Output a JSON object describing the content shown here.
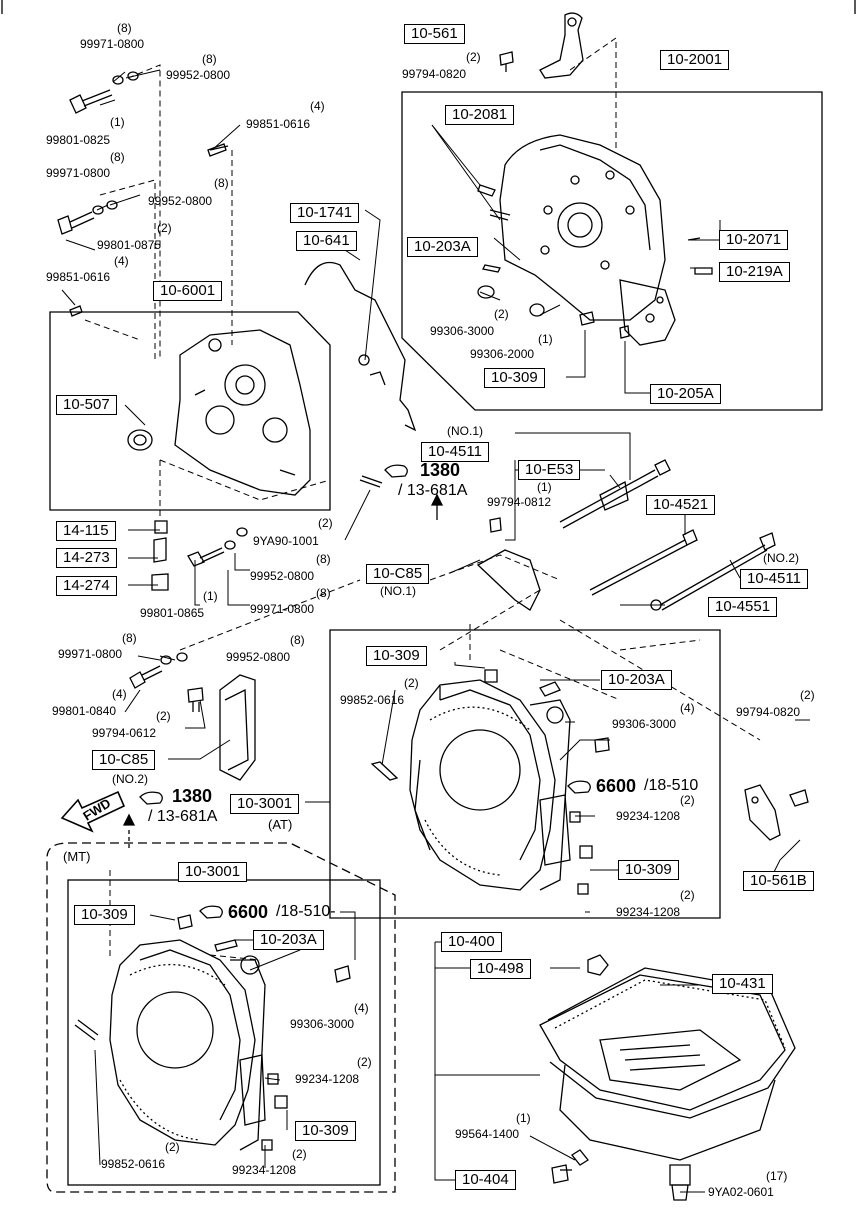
{
  "section_labels": {
    "mt": "(MT)",
    "at": "(AT)",
    "no1_top": "(NO.1)",
    "no1_c85": "(NO.1)",
    "no2_c85": "(NO.2)",
    "no2_4511": "(NO.2)"
  },
  "fwd_text": "FWD",
  "callouts": {
    "c1380_top": "1380",
    "c1380_top_ref": "/ 13-681A",
    "c1380_mid": "1380",
    "c1380_mid_ref": "/ 13-681A",
    "c6600_at": "6600",
    "c6600_at_ref": "/18-510",
    "c6600_mt": "6600",
    "c6600_mt_ref": "/18-510-"
  },
  "boxes": {
    "b10_561": "10-561",
    "b10_2001": "10-2001",
    "b10_2081": "10-2081",
    "b10_1741": "10-1741",
    "b10_641": "10-641",
    "b10_203A_top": "10-203A",
    "b10_2071": "10-2071",
    "b10_219A": "10-219A",
    "b10_6001": "10-6001",
    "b10_309_top": "10-309",
    "b10_205A": "10-205A",
    "b10_507": "10-507",
    "b10_4511": "10-4511",
    "b10_E53": "10-E53",
    "b10_4521": "10-4521",
    "b14_115": "14-115",
    "b14_273": "14-273",
    "b14_274": "14-274",
    "b10_C85_1": "10-C85",
    "b10_4511b": "10-4511",
    "b10_4551": "10-4551",
    "b10_309_mid": "10-309",
    "b10_203A_mid": "10-203A",
    "b10_C85_2": "10-C85",
    "b10_3001_at": "10-3001",
    "b10_309_at": "10-309",
    "b10_561B": "10-561B",
    "b10_3001_mt": "10-3001",
    "b10_309_mt1": "10-309",
    "b10_203A_mt": "10-203A",
    "b10_309_mt2": "10-309",
    "b10_400": "10-400",
    "b10_498": "10-498",
    "b10_431": "10-431",
    "b10_404": "10-404"
  },
  "parts": {
    "p1": "99971-0800",
    "q1": "(8)",
    "p2": "99952-0800",
    "q2": "(8)",
    "p3": "99851-0616",
    "q3": "(4)",
    "p4": "99801-0825",
    "q4": "(1)",
    "p5": "99971-0800",
    "q5": "(8)",
    "p6": "99952-0800",
    "q6": "(8)",
    "p7": "99801-0875",
    "q7": "(2)",
    "p8": "99851-0616",
    "q8": "(4)",
    "p9": "99794-0820",
    "q9": "(2)",
    "p10": "99306-3000",
    "q10": "(2)",
    "p11": "99306-2000",
    "q11": "(1)",
    "p12": "99794-0812",
    "q12": "(1)",
    "p13": "9YA90-1001",
    "q13": "(2)",
    "p14": "99952-0800",
    "q14": "(8)",
    "p15": "99801-0865",
    "q15": "(1)",
    "p16": "99971-0800",
    "q16": "(8)",
    "p17": "99971-0800",
    "q17": "(8)",
    "p18": "99952-0800",
    "q18": "(8)",
    "p19": "99801-0840",
    "q19": "(4)",
    "p20": "99794-0612",
    "q20": "(2)",
    "p21": "99852-0616",
    "q21": "(2)",
    "p22": "99306-3000",
    "q22": "(4)",
    "p23": "99794-0820",
    "q23": "(2)",
    "p24": "99234-1208",
    "q24": "(2)",
    "p25": "99234-1208",
    "q25": "(2)",
    "p26": "99306-3000",
    "q26": "(4)",
    "p27": "99234-1208",
    "q27": "(2)",
    "p28": "99852-0616",
    "q28": "(2)",
    "p29": "99234-1208",
    "q29": "(2)",
    "p30": "99564-1400",
    "q30": "(1)",
    "p31": "9YA02-0601",
    "q31": "(17)"
  }
}
